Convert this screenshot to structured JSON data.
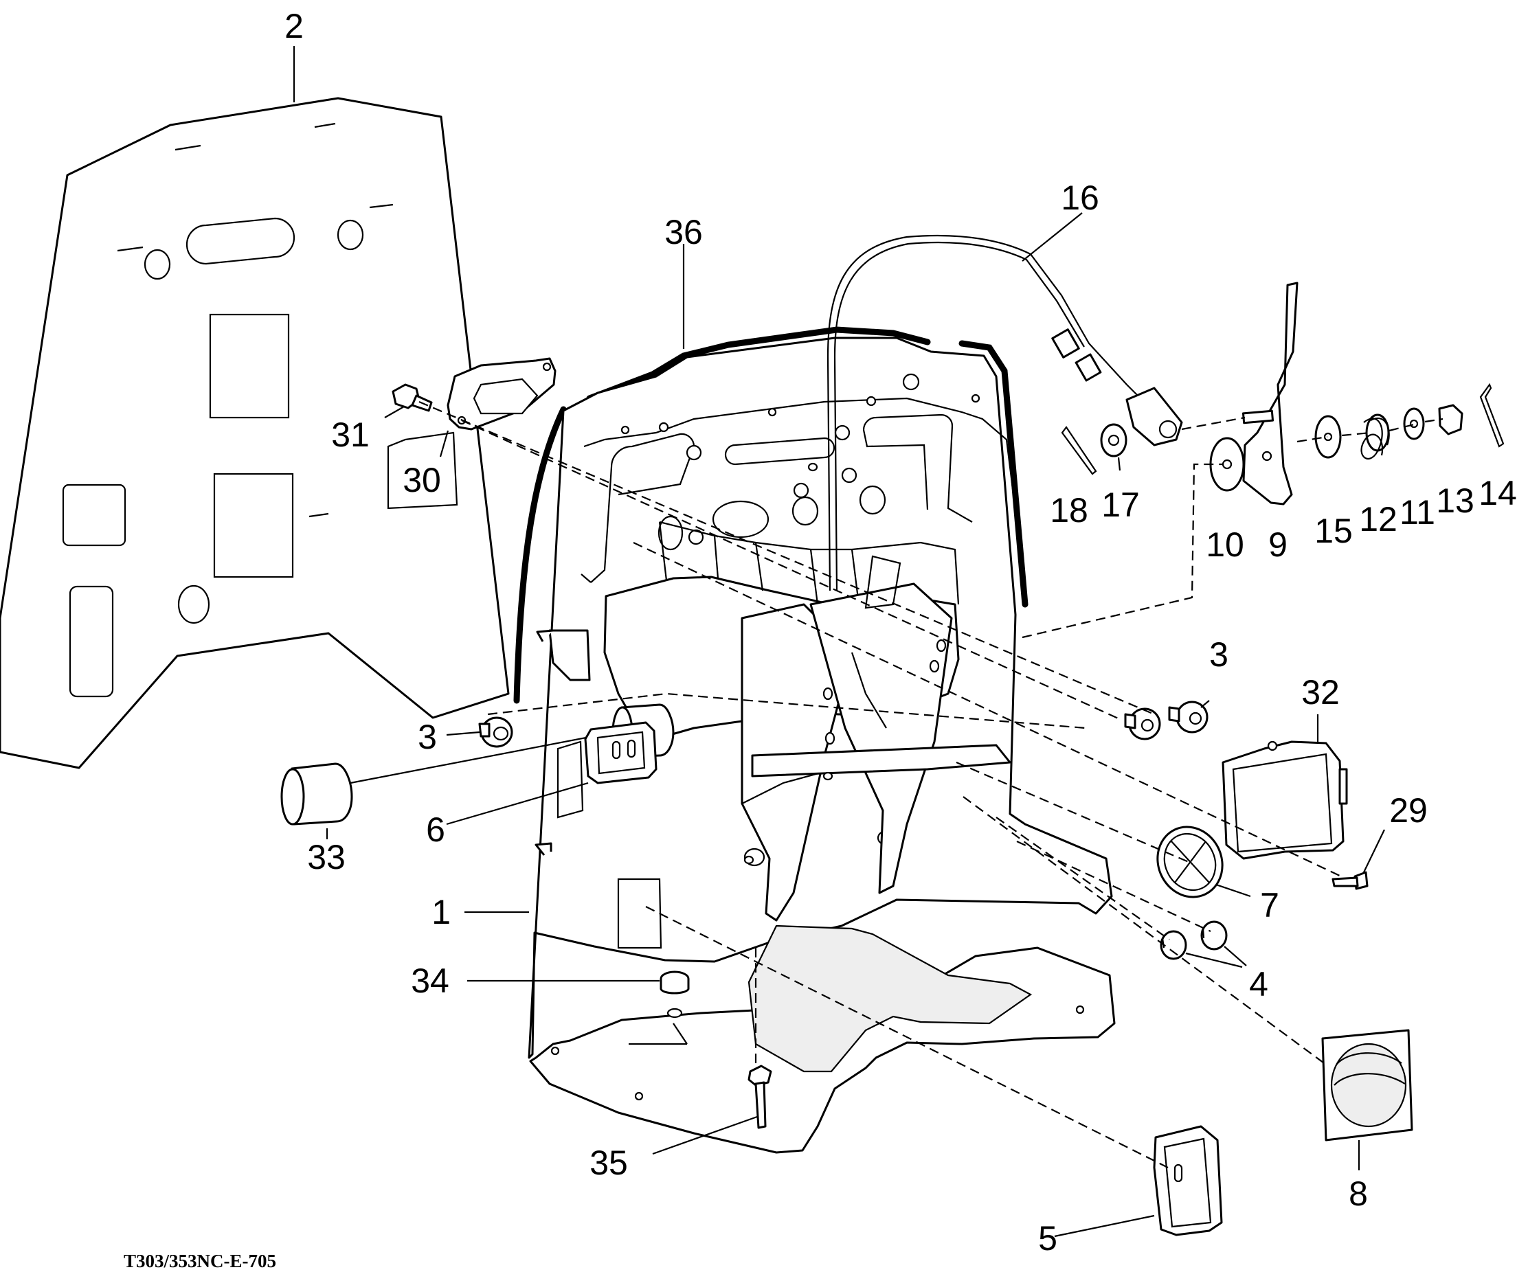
{
  "drawing_code": "T303/353NC-E-705",
  "callouts": {
    "c1": "1",
    "c2": "2",
    "c3a": "3",
    "c3b": "3",
    "c4": "4",
    "c5": "5",
    "c6": "6",
    "c7": "7",
    "c8": "8",
    "c9": "9",
    "c10": "10",
    "c11": "11",
    "c12": "12",
    "c13": "13",
    "c14": "14",
    "c15": "15",
    "c16": "16",
    "c17": "17",
    "c18": "18",
    "c29": "29",
    "c30": "30",
    "c31": "31",
    "c32": "32",
    "c33": "33",
    "c34": "34",
    "c35": "35",
    "c36": "36"
  }
}
